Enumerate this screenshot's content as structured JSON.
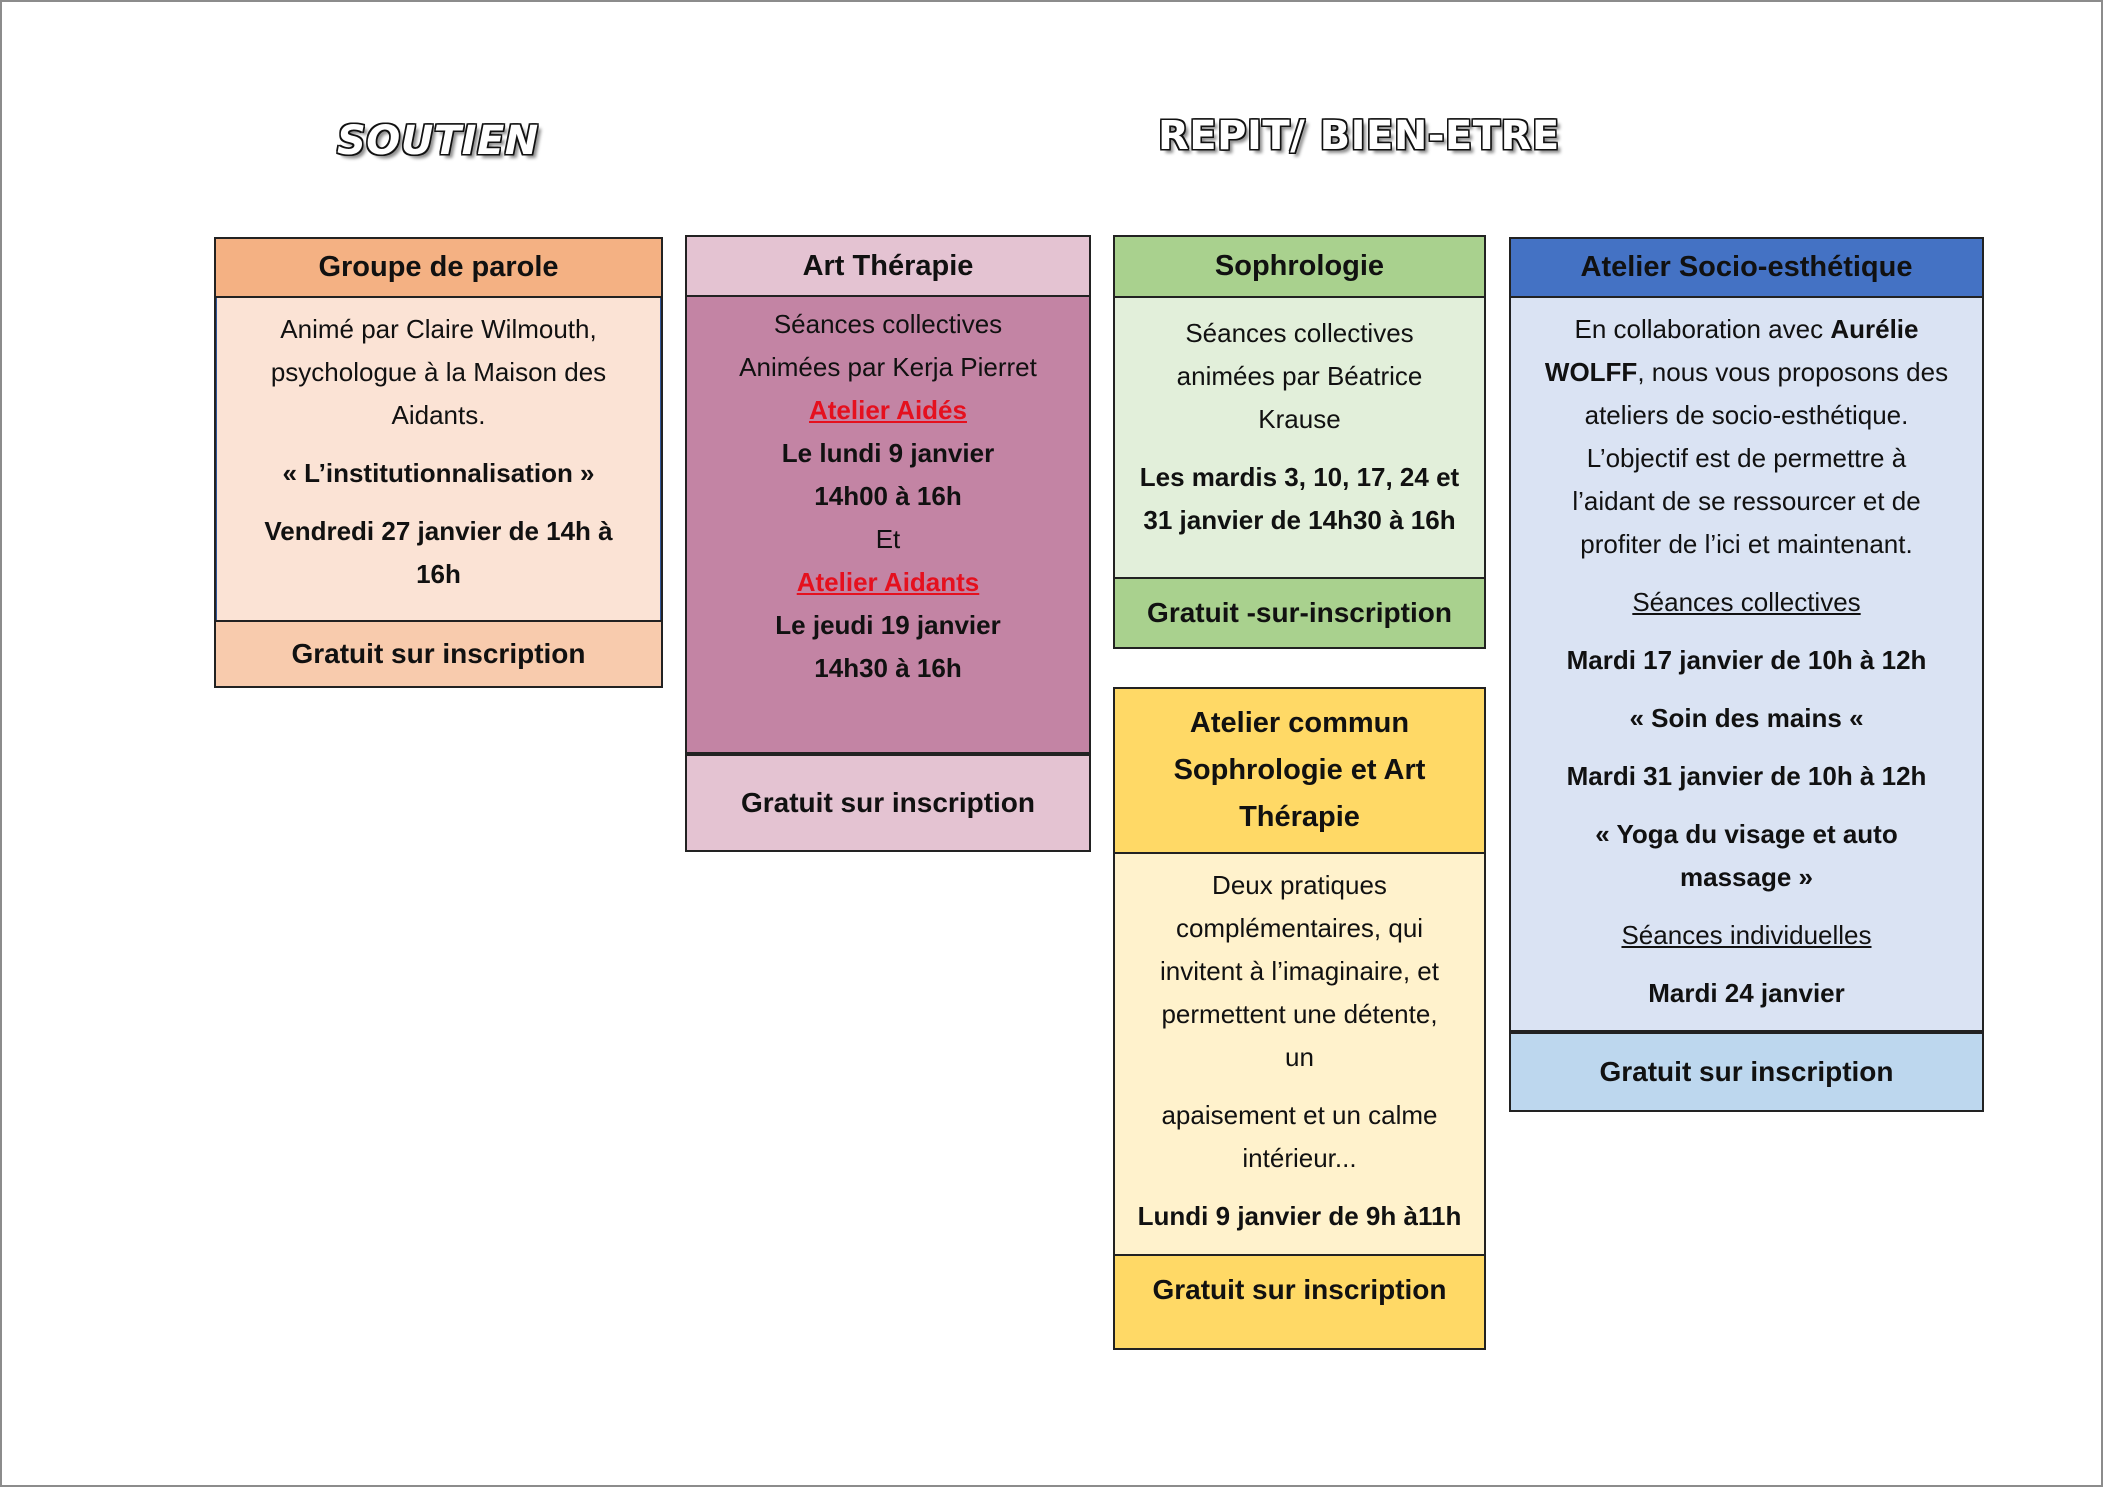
{
  "headings": {
    "left": "SOUTIEN",
    "right": "REPIT/ BIEN-ETRE"
  },
  "groupe_parole": {
    "title": "Groupe de parole",
    "line1": "Animé par Claire Wilmouth,",
    "line2": "psychologue à la Maison des",
    "line3": "Aidants.",
    "theme": "« L’institutionnalisation »",
    "date_line1": "Vendredi 27 janvier de 14h à",
    "date_line2": "16h",
    "footer": "Gratuit sur inscription"
  },
  "art_therapie": {
    "title": "Art Thérapie",
    "line1": "Séances collectives",
    "line2": "Animées par Kerja Pierret",
    "atelier1": "Atelier Aidés",
    "date1": "Le lundi 9 janvier",
    "time1": "14h00 à 16h",
    "connector": "Et",
    "atelier2": "Atelier Aidants",
    "date2": "Le jeudi 19 janvier",
    "time2": "14h30 à 16h",
    "footer": "Gratuit sur inscription"
  },
  "sophrologie": {
    "title": "Sophrologie",
    "line1": "Séances collectives",
    "line2": "animées par Béatrice",
    "line3": "Krause",
    "dates_line1": "Les mardis 3, 10, 17, 24 et",
    "dates_line2": "31 janvier de 14h30 à 16h",
    "footer": "Gratuit -sur-inscription"
  },
  "atelier_commun": {
    "title_line1": "Atelier commun",
    "title_line2": "Sophrologie et Art",
    "title_line3": "Thérapie",
    "line1": "Deux pratiques",
    "line2": "complémentaires, qui",
    "line3": "invitent à l’imaginaire, et",
    "line4": "permettent une détente,",
    "line5": "un",
    "line6": "apaisement et un calme",
    "line7": "intérieur...",
    "date": "Lundi 9 janvier de 9h à11h",
    "footer": "Gratuit sur inscription"
  },
  "socio_esthetique": {
    "title": "Atelier Socio-esthétique",
    "intro_prefix": "En collaboration avec ",
    "intro_name_first": "Aurélie",
    "intro_name_last": "WOLFF",
    "intro_rest": ", nous vous proposons des",
    "line2": "ateliers de socio-esthétique.",
    "line3": "L’objectif est de permettre à",
    "line4": "l’aidant de se ressourcer et de",
    "line5": "profiter de l’ici et maintenant.",
    "collectives_label": "Séances collectives",
    "session1_date": "Mardi 17 janvier de 10h à 12h",
    "session1_title": "« Soin des mains «",
    "session2_date": "Mardi 31 janvier de 10h à 12h",
    "session2_title_line1": "« Yoga du visage et auto",
    "session2_title_line2": "massage »",
    "individuelles_label": "Séances individuelles",
    "individual_date": "Mardi 24 janvier",
    "footer": "Gratuit sur inscription"
  }
}
